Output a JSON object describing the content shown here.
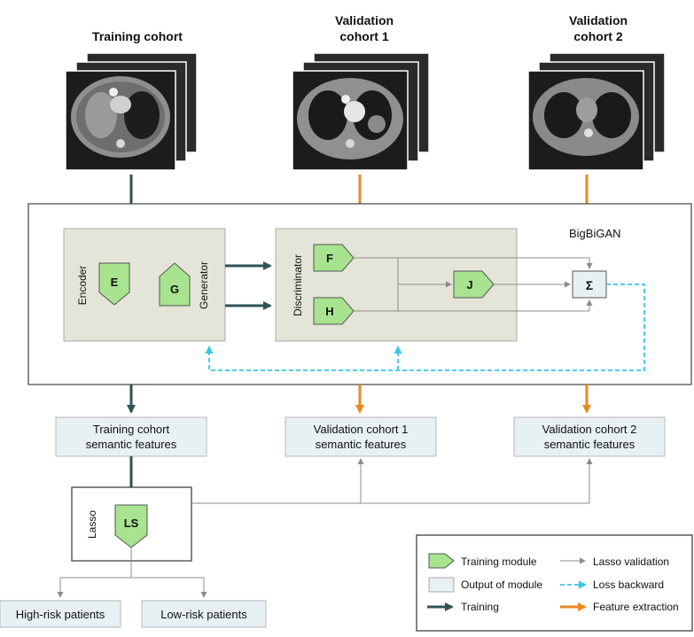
{
  "cohorts": {
    "training": "Training cohort",
    "validation1_line1": "Validation",
    "validation1_line2": "cohort 1",
    "validation2_line1": "Validation",
    "validation2_line2": "cohort 2"
  },
  "bigbigan": {
    "title": "BigBiGAN",
    "encoder_label": "Encoder",
    "generator_label": "Generator",
    "discriminator_label": "Discriminator",
    "module_e": "E",
    "module_g": "G",
    "module_f": "F",
    "module_h": "H",
    "module_j": "J",
    "sum_symbol": "Σ"
  },
  "features": {
    "training_line1": "Training cohort",
    "training_line2": "semantic features",
    "validation1_line1": "Validation cohort 1",
    "validation1_line2": "semantic features",
    "validation2_line1": "Validation cohort 2",
    "validation2_line2": "semantic features"
  },
  "lasso": {
    "label": "Lasso",
    "module": "LS"
  },
  "outputs": {
    "high_risk": "High-risk patients",
    "low_risk": "Low-risk patients"
  },
  "legend": {
    "training_module": "Training module",
    "output_of_module": "Output of module",
    "training": "Training",
    "lasso_validation": "Lasso validation",
    "loss_backward": "Loss backward",
    "feature_extraction": "Feature extraction"
  },
  "colors": {
    "training_arrow": "#2e5356",
    "feature_arrow": "#e8891e",
    "lasso_arrow": "#8c8c8c",
    "loss_arrow": "#35c9e6",
    "module_fill": "#a8e48f",
    "panel_fill": "#e4e5d8",
    "feature_box_fill": "#e7f0f2"
  }
}
